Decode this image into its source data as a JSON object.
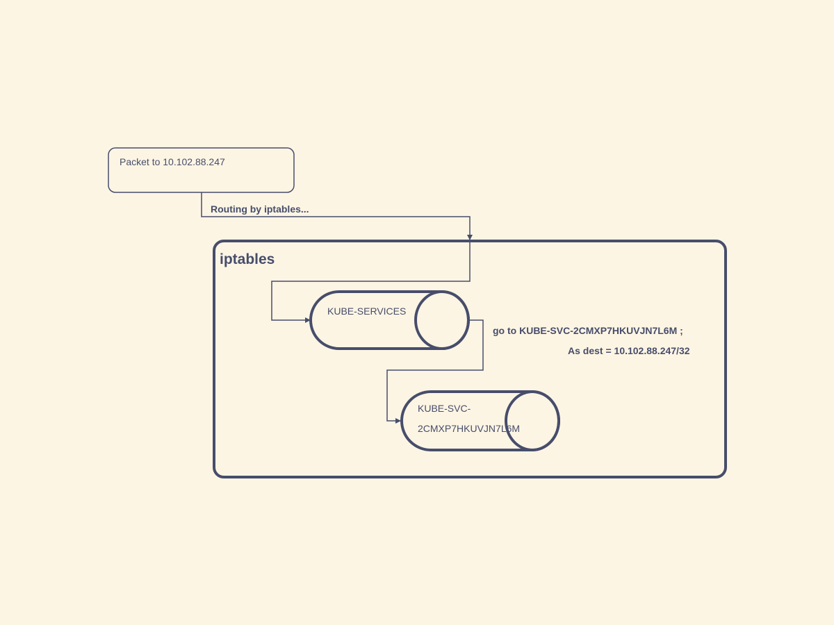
{
  "colors": {
    "background": "#fdf5e4",
    "stroke": "#474d6b"
  },
  "packet": {
    "label": "Packet to 10.102.88.247"
  },
  "routing": {
    "label": "Routing by iptables..."
  },
  "iptables": {
    "title": "iptables"
  },
  "kube_services": {
    "label": "KUBE-SERVICES"
  },
  "rule": {
    "line1": "go to KUBE-SVC-2CMXP7HKUVJN7L6M ;",
    "line2": "As dest = 10.102.88.247/32"
  },
  "kube_svc": {
    "line1": "KUBE-SVC-",
    "line2": "2CMXP7HKUVJN7L6M"
  }
}
